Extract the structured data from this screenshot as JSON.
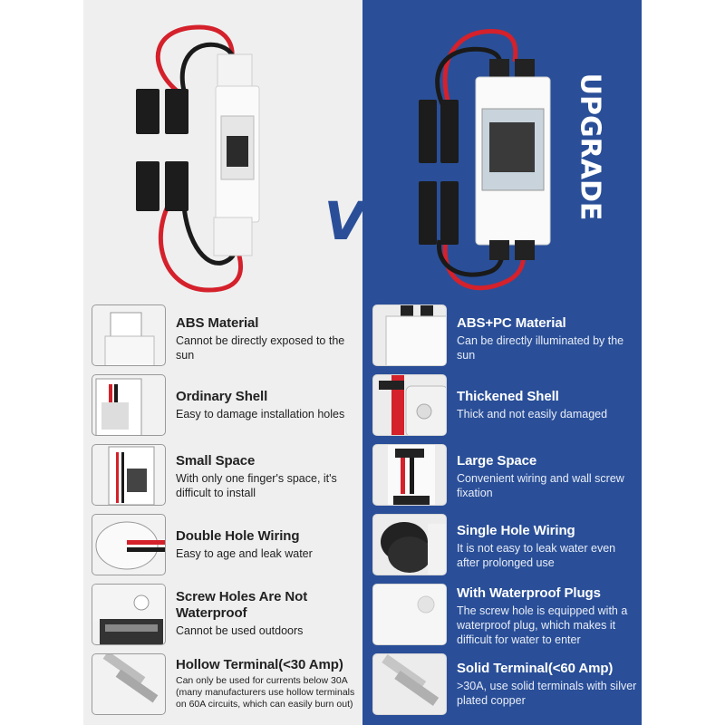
{
  "labels": {
    "vs": "VS",
    "upgrade": "UPGRADE"
  },
  "colors": {
    "left_panel": "#efefef",
    "right_panel": "#2a4f98",
    "vs_text": "#2a4f98",
    "red_cable": "#d4212b",
    "black_cable": "#1a1a1a"
  },
  "left": [
    {
      "title": "ABS Material",
      "desc": "Cannot be directly exposed to the sun",
      "icon": "cable-gland-icon"
    },
    {
      "title": "Ordinary Shell",
      "desc": "Easy to damage installation holes",
      "icon": "breaker-box-icon"
    },
    {
      "title": "Small Space",
      "desc": "With only one finger's space, it's difficult to install",
      "icon": "small-space-icon"
    },
    {
      "title": "Double Hole Wiring",
      "desc": "Easy to age and leak water",
      "icon": "double-hole-icon"
    },
    {
      "title": "Screw Holes Are Not Waterproof",
      "desc": "Cannot be used outdoors",
      "icon": "screw-hole-icon"
    },
    {
      "title": "Hollow Terminal(<30 Amp)",
      "desc": "Can only be used for currents below 30A (many manufacturers use hollow terminals on 60A circuits, which can easily burn out)",
      "icon": "hollow-terminal-icon"
    }
  ],
  "right": [
    {
      "title": "ABS+PC Material",
      "desc": "Can be directly illuminated by the sun",
      "icon": "enclosure-icon"
    },
    {
      "title": "Thickened Shell",
      "desc": "Thick and not easily damaged",
      "icon": "thick-shell-icon"
    },
    {
      "title": "Large Space",
      "desc": "Convenient wiring and wall screw fixation",
      "icon": "large-space-icon"
    },
    {
      "title": "Single Hole Wiring",
      "desc": "It is not easy to leak water even after prolonged use",
      "icon": "single-hole-icon"
    },
    {
      "title": "With Waterproof Plugs",
      "desc": "The screw hole is equipped with a waterproof plug, which makes it difficult for water to enter",
      "icon": "waterproof-plug-icon"
    },
    {
      "title": "Solid Terminal(<60 Amp)",
      "desc": ">30A, use solid terminals with silver plated copper",
      "icon": "solid-terminal-icon"
    }
  ]
}
